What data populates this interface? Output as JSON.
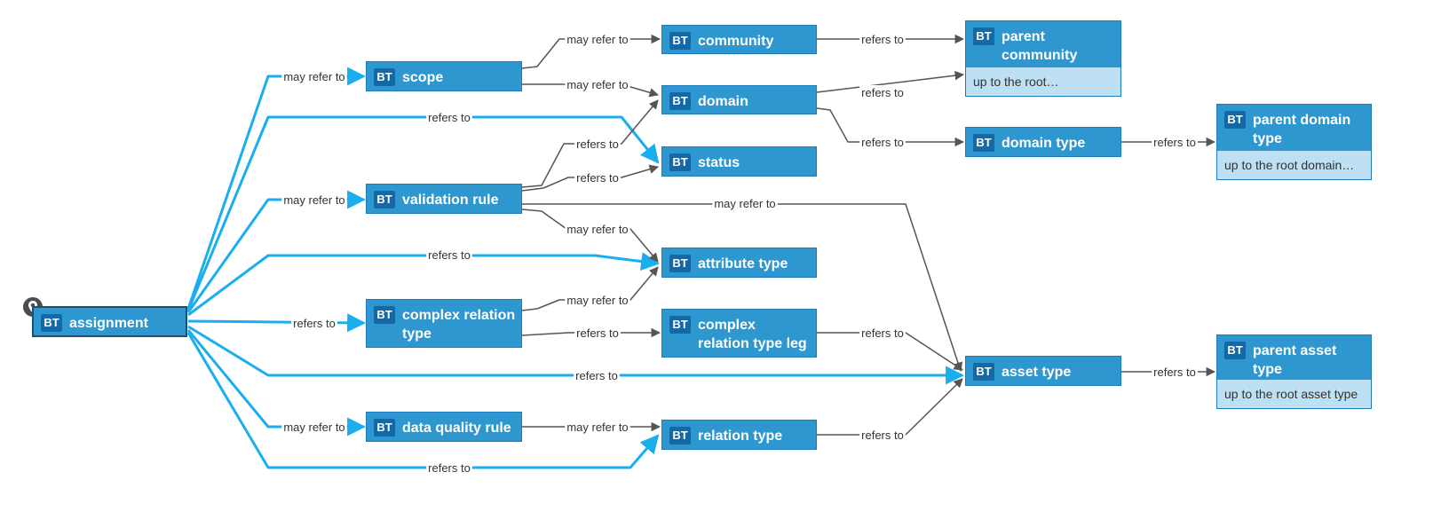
{
  "colors": {
    "node_fill": "#2f97d0",
    "node_fill_root": "#2f97d0",
    "badge_fill": "#1269a6",
    "subtitle_fill": "#bde0f5",
    "edge_primary": "#1aaeef",
    "edge_secondary": "#555555"
  },
  "badge_text": "BT",
  "nodes": {
    "assignment": {
      "title": "assignment"
    },
    "scope": {
      "title": "scope"
    },
    "validation_rule": {
      "title": "validation rule"
    },
    "complex_relation_type": {
      "title": "complex relation type"
    },
    "data_quality_rule": {
      "title": "data quality rule"
    },
    "community": {
      "title": "community"
    },
    "domain": {
      "title": "domain"
    },
    "status": {
      "title": "status"
    },
    "attribute_type": {
      "title": "attribute type"
    },
    "complex_relation_type_leg": {
      "title": "complex relation type leg"
    },
    "relation_type": {
      "title": "relation type"
    },
    "parent_community": {
      "title": "parent community",
      "subtitle": "up to the root…"
    },
    "domain_type": {
      "title": "domain type"
    },
    "asset_type": {
      "title": "asset type"
    },
    "parent_domain_type": {
      "title": "parent domain type",
      "subtitle": "up to the root domain…"
    },
    "parent_asset_type": {
      "title": "parent asset type",
      "subtitle": "up to the root asset type"
    }
  },
  "edges": [
    {
      "from": "assignment",
      "to": "scope",
      "label": "may refer to",
      "style": "primary"
    },
    {
      "from": "assignment",
      "to": "status",
      "label": "refers to",
      "style": "primary"
    },
    {
      "from": "assignment",
      "to": "validation_rule",
      "label": "may refer to",
      "style": "primary"
    },
    {
      "from": "assignment",
      "to": "attribute_type",
      "label": "refers to",
      "style": "primary"
    },
    {
      "from": "assignment",
      "to": "complex_relation_type",
      "label": "refers to",
      "style": "primary"
    },
    {
      "from": "assignment",
      "to": "asset_type",
      "label": "refers to",
      "style": "primary"
    },
    {
      "from": "assignment",
      "to": "data_quality_rule",
      "label": "may refer to",
      "style": "primary"
    },
    {
      "from": "assignment",
      "to": "relation_type",
      "label": "refers to",
      "style": "primary"
    },
    {
      "from": "scope",
      "to": "community",
      "label": "may refer to",
      "style": "secondary"
    },
    {
      "from": "scope",
      "to": "domain",
      "label": "may refer to",
      "style": "secondary"
    },
    {
      "from": "validation_rule",
      "to": "domain",
      "label": "refers to",
      "style": "secondary"
    },
    {
      "from": "validation_rule",
      "to": "status",
      "label": "refers to",
      "style": "secondary"
    },
    {
      "from": "validation_rule",
      "to": "asset_type",
      "label": "may refer to",
      "style": "secondary"
    },
    {
      "from": "validation_rule",
      "to": "attribute_type",
      "label": "may refer to",
      "style": "secondary"
    },
    {
      "from": "complex_relation_type",
      "to": "attribute_type",
      "label": "may refer to",
      "style": "secondary"
    },
    {
      "from": "complex_relation_type",
      "to": "complex_relation_type_leg",
      "label": "refers to",
      "style": "secondary"
    },
    {
      "from": "data_quality_rule",
      "to": "relation_type",
      "label": "may refer to",
      "style": "secondary"
    },
    {
      "from": "community",
      "to": "parent_community",
      "label": "refers to",
      "style": "secondary"
    },
    {
      "from": "domain",
      "to": "parent_community",
      "label": "refers to",
      "style": "secondary"
    },
    {
      "from": "domain",
      "to": "domain_type",
      "label": "refers to",
      "style": "secondary"
    },
    {
      "from": "complex_relation_type_leg",
      "to": "asset_type",
      "label": "refers to",
      "style": "secondary"
    },
    {
      "from": "relation_type",
      "to": "asset_type",
      "label": "refers to",
      "style": "secondary"
    },
    {
      "from": "domain_type",
      "to": "parent_domain_type",
      "label": "refers to",
      "style": "secondary"
    },
    {
      "from": "asset_type",
      "to": "parent_asset_type",
      "label": "refers to",
      "style": "secondary"
    }
  ]
}
